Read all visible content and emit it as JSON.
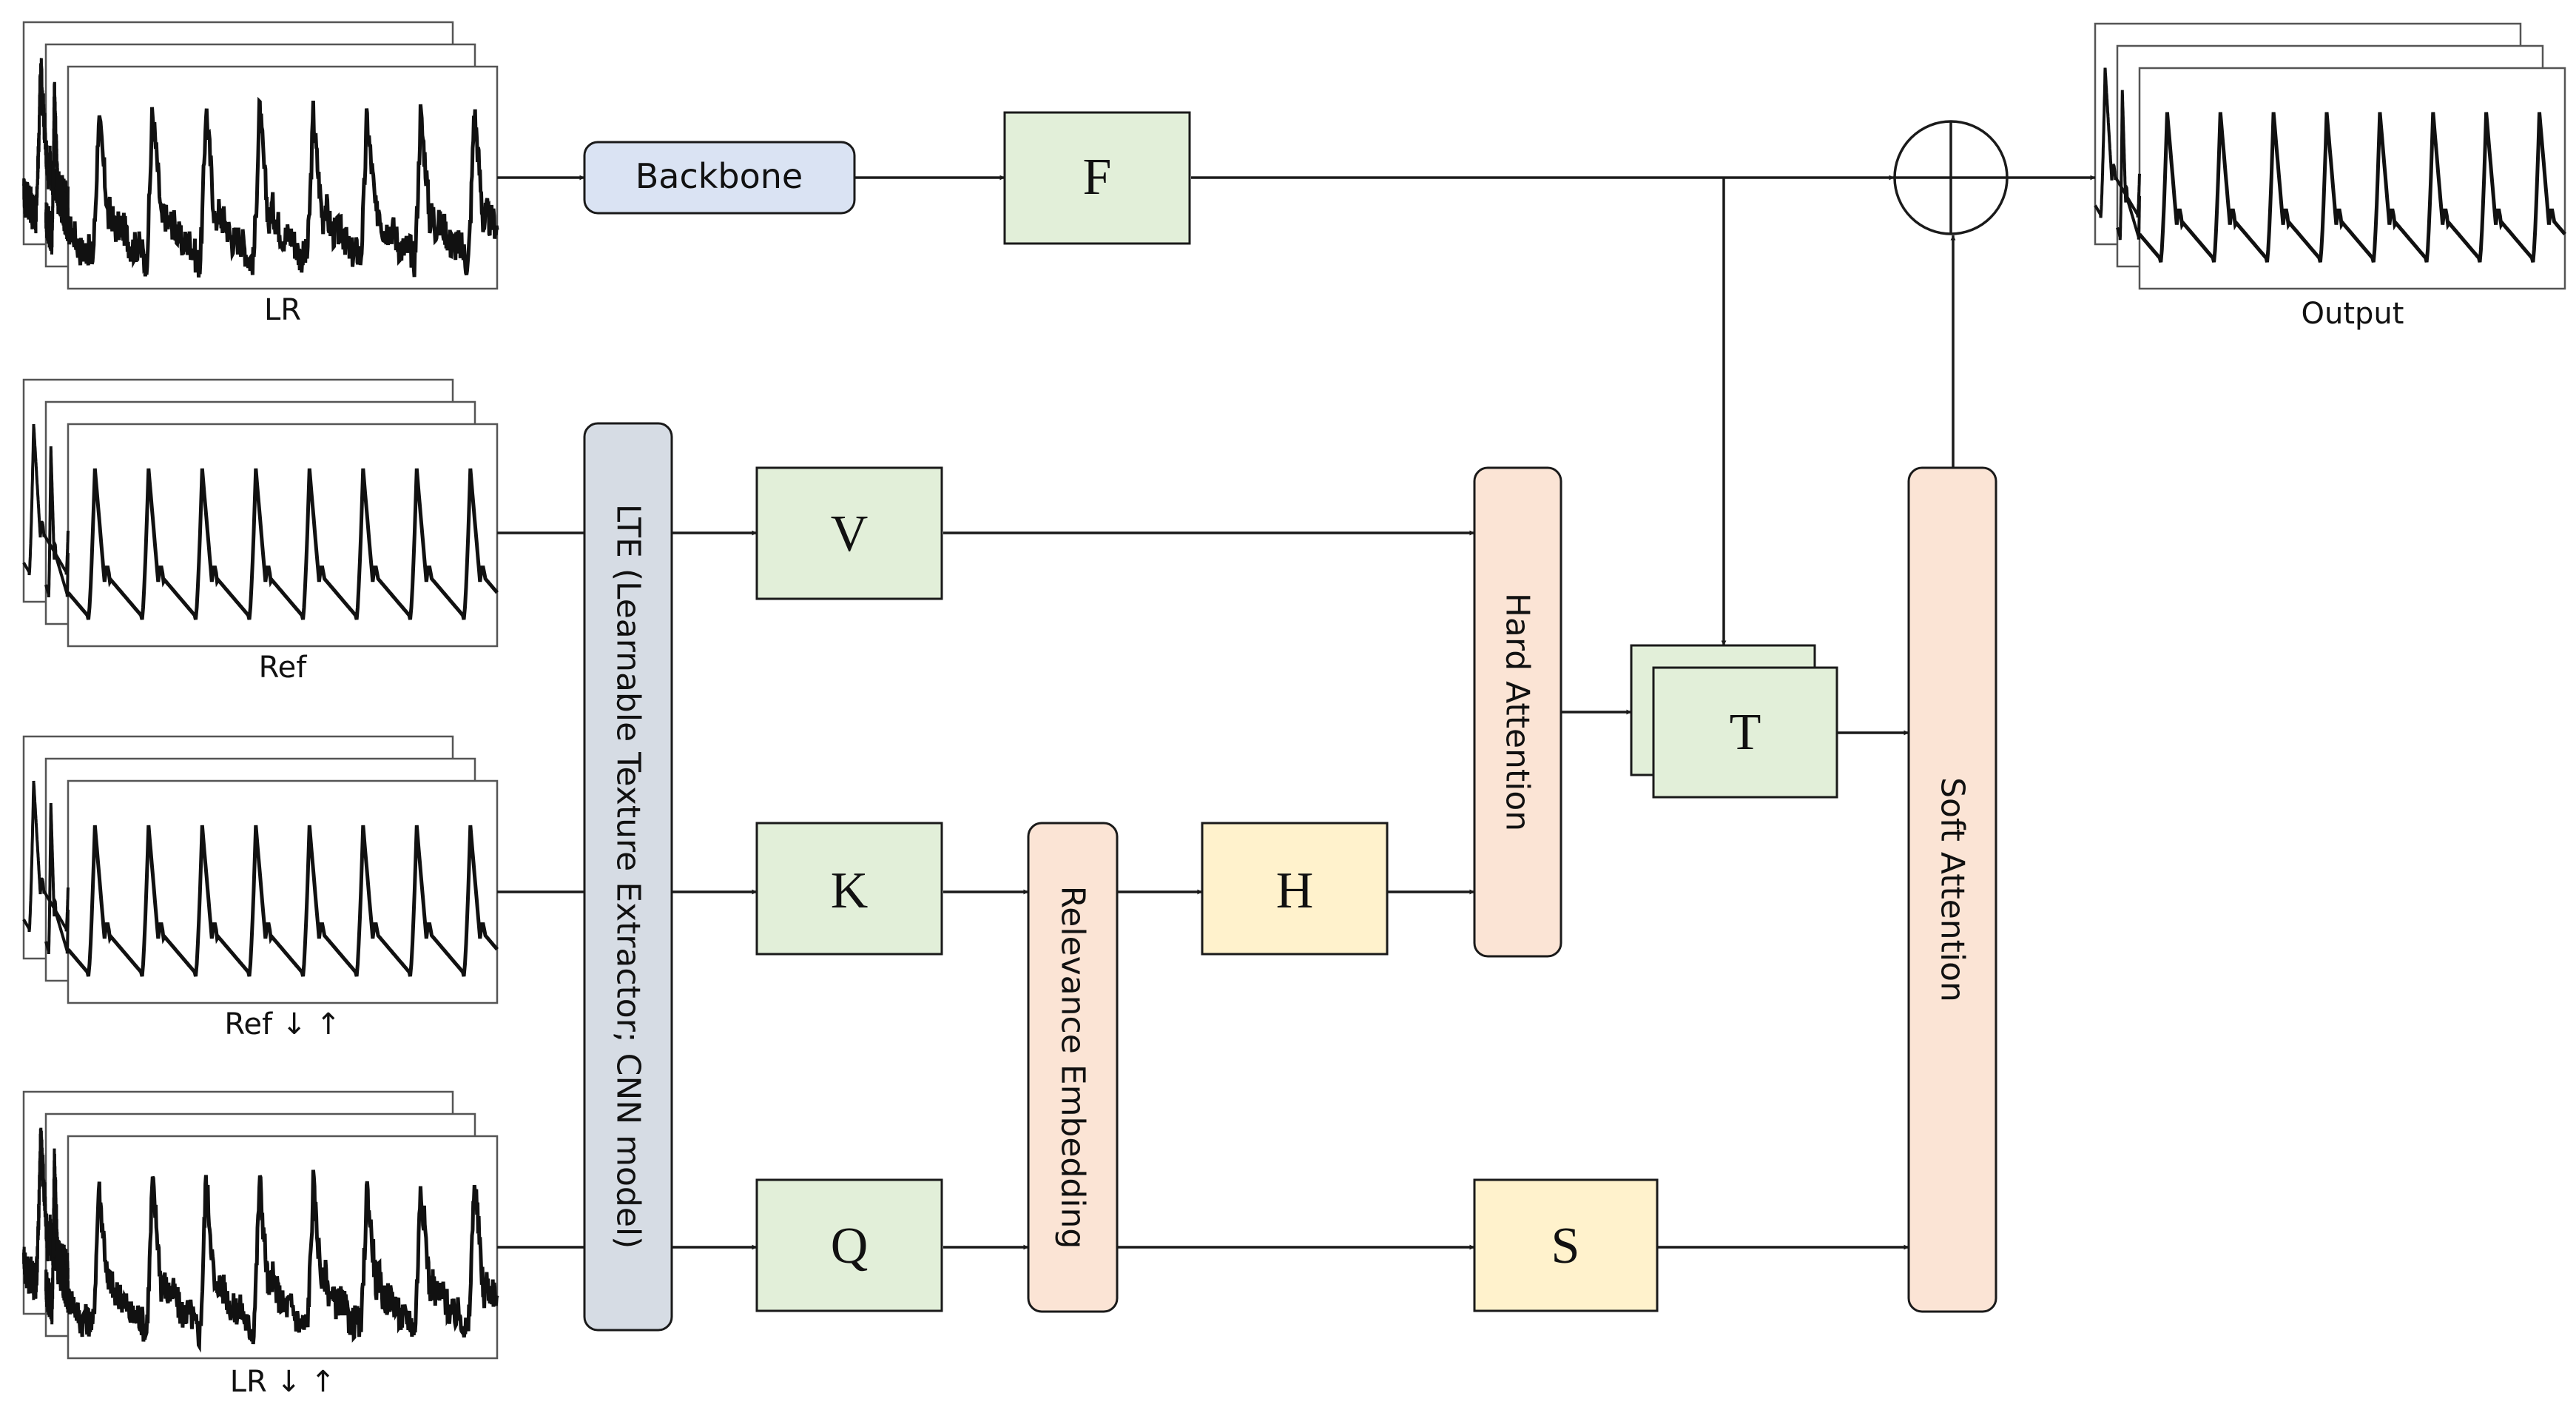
{
  "inputs": {
    "lr": {
      "label": "LR"
    },
    "ref": {
      "label": "Ref"
    },
    "ref_down_up": {
      "label": "Ref ↓ ↑"
    },
    "lr_down_up": {
      "label": "LR ↓ ↑"
    }
  },
  "output": {
    "label": "Output"
  },
  "blocks": {
    "backbone": "Backbone",
    "lte": "LTE (Learnable Texture Extractor; CNN model)",
    "relevance_embedding": "Relevance Embedding",
    "hard_attention": "Hard Attention",
    "soft_attention": "Soft Attention"
  },
  "features": {
    "f": "F",
    "v": "V",
    "k": "K",
    "q": "Q",
    "h": "H",
    "s": "S",
    "t": "T"
  },
  "colors": {
    "feature_green": "#e2efd9",
    "score_yellow": "#fff2cc",
    "attention_peach": "#fbe4d5",
    "lte_gray": "#d6dce4",
    "backbone_blue": "#dae3f3",
    "stroke": "#1a1a1a"
  }
}
